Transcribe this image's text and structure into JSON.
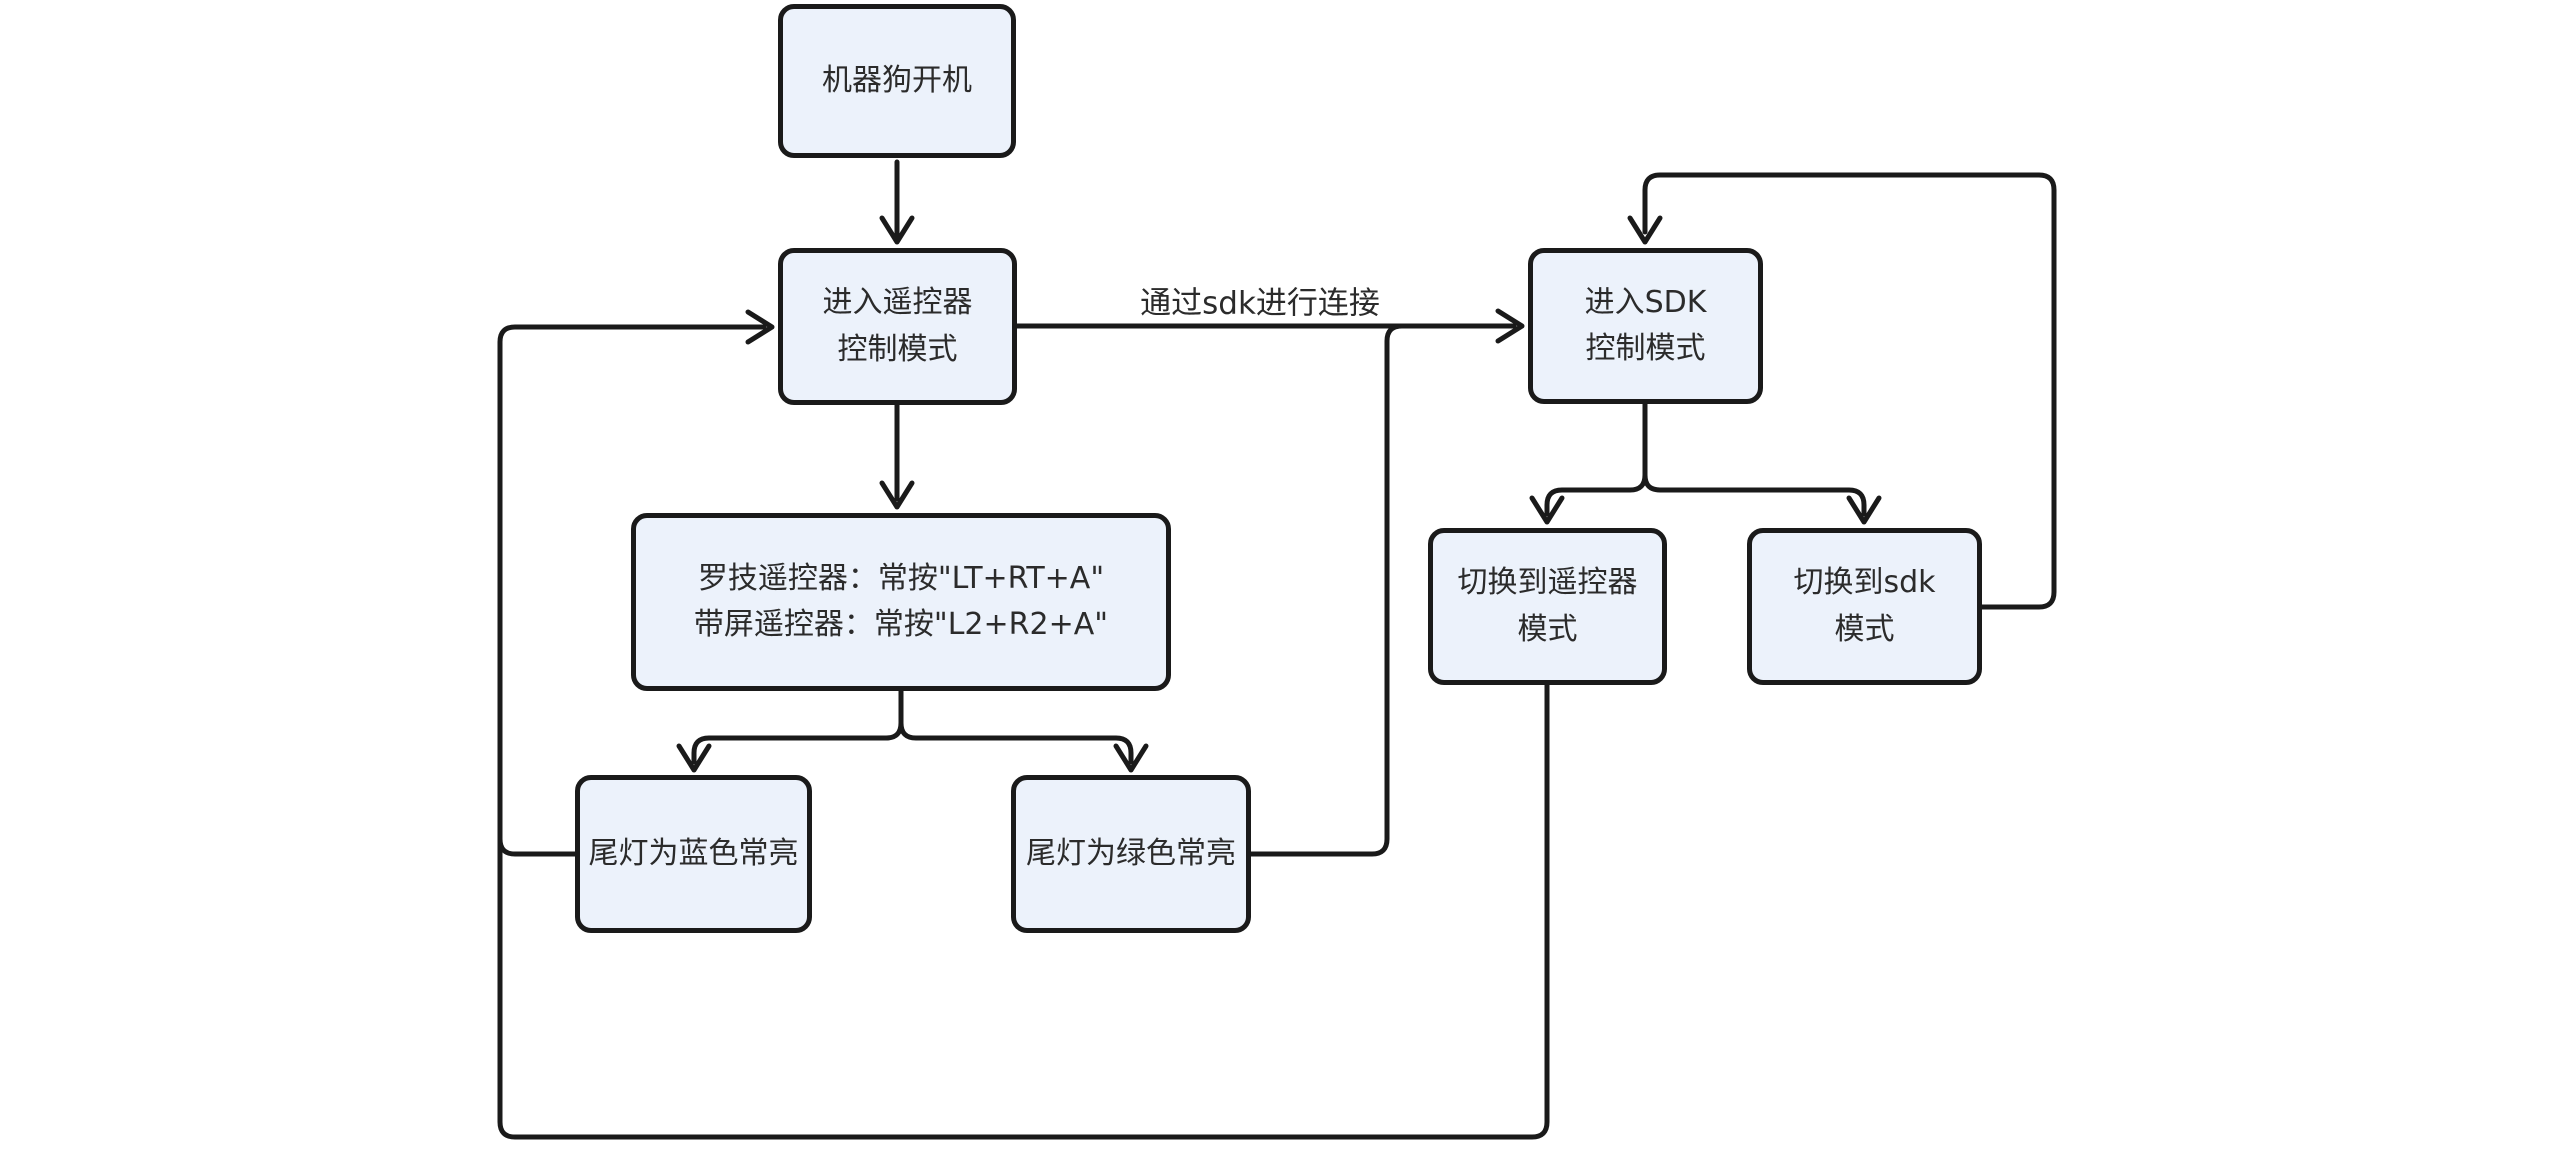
{
  "diagram": {
    "type": "flowchart",
    "background": "#ffffff",
    "node_fill": "#ECF2FB",
    "node_border": "#1a1a1a",
    "edge_color": "#1a1a1a",
    "text_color": "#2b2b2b"
  },
  "nodes": {
    "power_on": {
      "lines": [
        "机器狗开机"
      ]
    },
    "remote_mode": {
      "lines": [
        "进入遥控器",
        "控制模式"
      ]
    },
    "sdk_mode": {
      "lines": [
        "进入SDK",
        "控制模式"
      ]
    },
    "remote_instructions": {
      "lines": [
        "罗技遥控器：常按\"LT+RT+A\"",
        "带屏遥控器：常按\"L2+R2+A\""
      ]
    },
    "tail_blue": {
      "lines": [
        "尾灯为蓝色常亮"
      ]
    },
    "tail_green": {
      "lines": [
        "尾灯为绿色常亮"
      ]
    },
    "switch_remote": {
      "lines": [
        "切换到遥控器",
        "模式"
      ]
    },
    "switch_sdk": {
      "lines": [
        "切换到sdk",
        "模式"
      ]
    }
  },
  "edge_labels": {
    "sdk_connect": "通过sdk进行连接"
  }
}
